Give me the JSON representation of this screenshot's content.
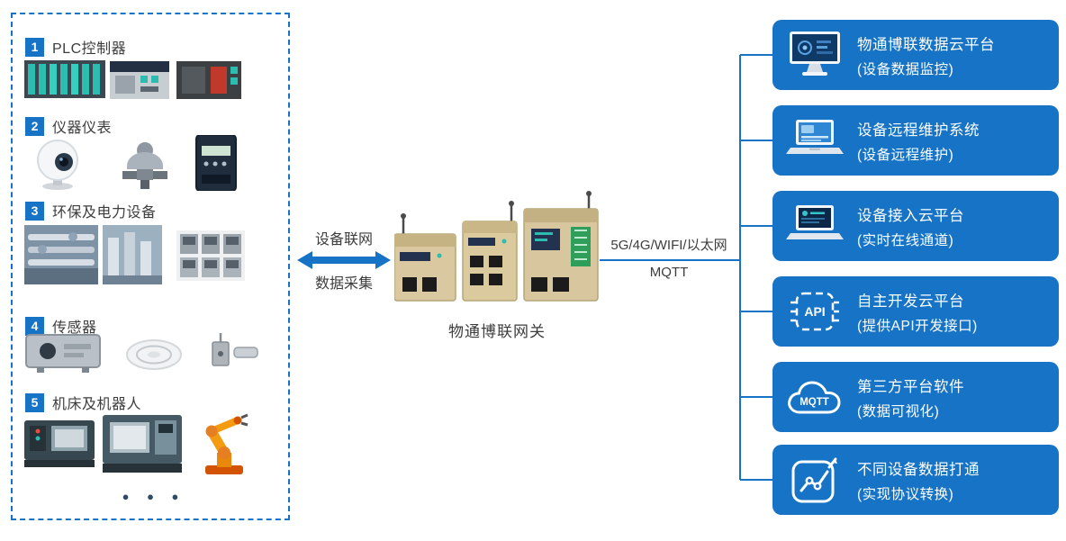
{
  "colors": {
    "primary_blue": "#1673C5",
    "text_dark": "#3d3d3d",
    "box_text": "#ffffff"
  },
  "left_panel": {
    "categories": [
      {
        "num": "1",
        "label": "PLC控制器"
      },
      {
        "num": "2",
        "label": "仪器仪表"
      },
      {
        "num": "3",
        "label": "环保及电力设备"
      },
      {
        "num": "4",
        "label": "传感器"
      },
      {
        "num": "5",
        "label": "机床及机器人"
      }
    ],
    "ellipsis": "● ● ●"
  },
  "middle": {
    "arrow_label_top": "设备联网",
    "arrow_label_bottom": "数据采集",
    "gateway_label": "物通博联网关",
    "uplink_label_top": "5G/4G/WIFI/以太网",
    "uplink_label_bottom": "MQTT"
  },
  "right_panel": {
    "boxes": [
      {
        "title": "物通博联数据云平台",
        "subtitle": "(设备数据监控)",
        "icon": "monitor-dashboard-icon"
      },
      {
        "title": "设备远程维护系统",
        "subtitle": "(设备远程维护)",
        "icon": "laptop-remote-icon"
      },
      {
        "title": "设备接入云平台",
        "subtitle": "(实时在线通道)",
        "icon": "laptop-access-icon"
      },
      {
        "title": "自主开发云平台",
        "subtitle": "(提供API开发接口)",
        "icon": "api-chip-icon",
        "icon_text": "API"
      },
      {
        "title": "第三方平台软件",
        "subtitle": "(数据可视化)",
        "icon": "mqtt-cloud-icon",
        "icon_text": "MQTT"
      },
      {
        "title": "不同设备数据打通",
        "subtitle": "(实现协议转换)",
        "icon": "line-chart-icon"
      }
    ]
  }
}
